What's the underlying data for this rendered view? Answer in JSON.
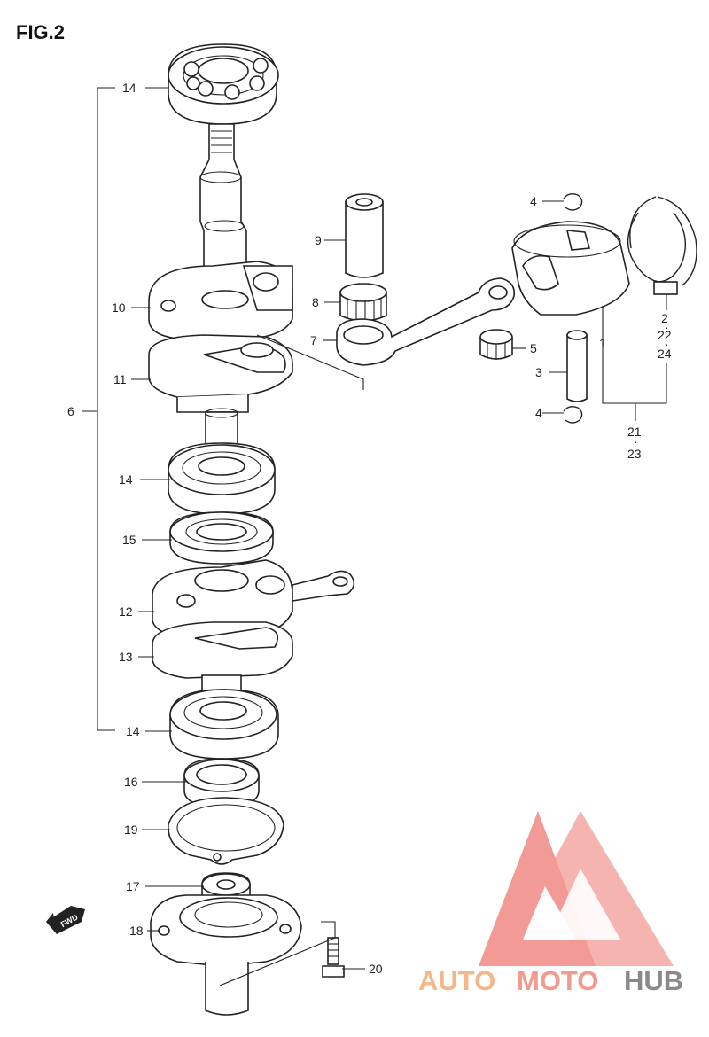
{
  "figure_title": "FIG.2",
  "callouts": {
    "c14_top": "14",
    "c9": "9",
    "c4_top": "4",
    "c8": "8",
    "c7": "7",
    "c10": "10",
    "c11": "11",
    "c6": "6",
    "c5": "5",
    "c3": "3",
    "c4_bottom": "4",
    "c1": "1",
    "c2": "2",
    "c22": "22",
    "c24": "24",
    "c21": "21",
    "c23": "23",
    "c14_mid": "14",
    "c15": "15",
    "c12": "12",
    "c13": "13",
    "c14_low": "14",
    "c16": "16",
    "c19": "19",
    "c17": "17",
    "c18": "18",
    "c20": "20"
  },
  "fwd_label": "FWD",
  "watermark": {
    "part1": "AUTO",
    "part2": "MOTO",
    "part3": "HUB",
    "color1": "#f5b78a",
    "color2": "#f39a8e",
    "color3": "#8a8a8a",
    "logo_color": "#f08a84"
  }
}
